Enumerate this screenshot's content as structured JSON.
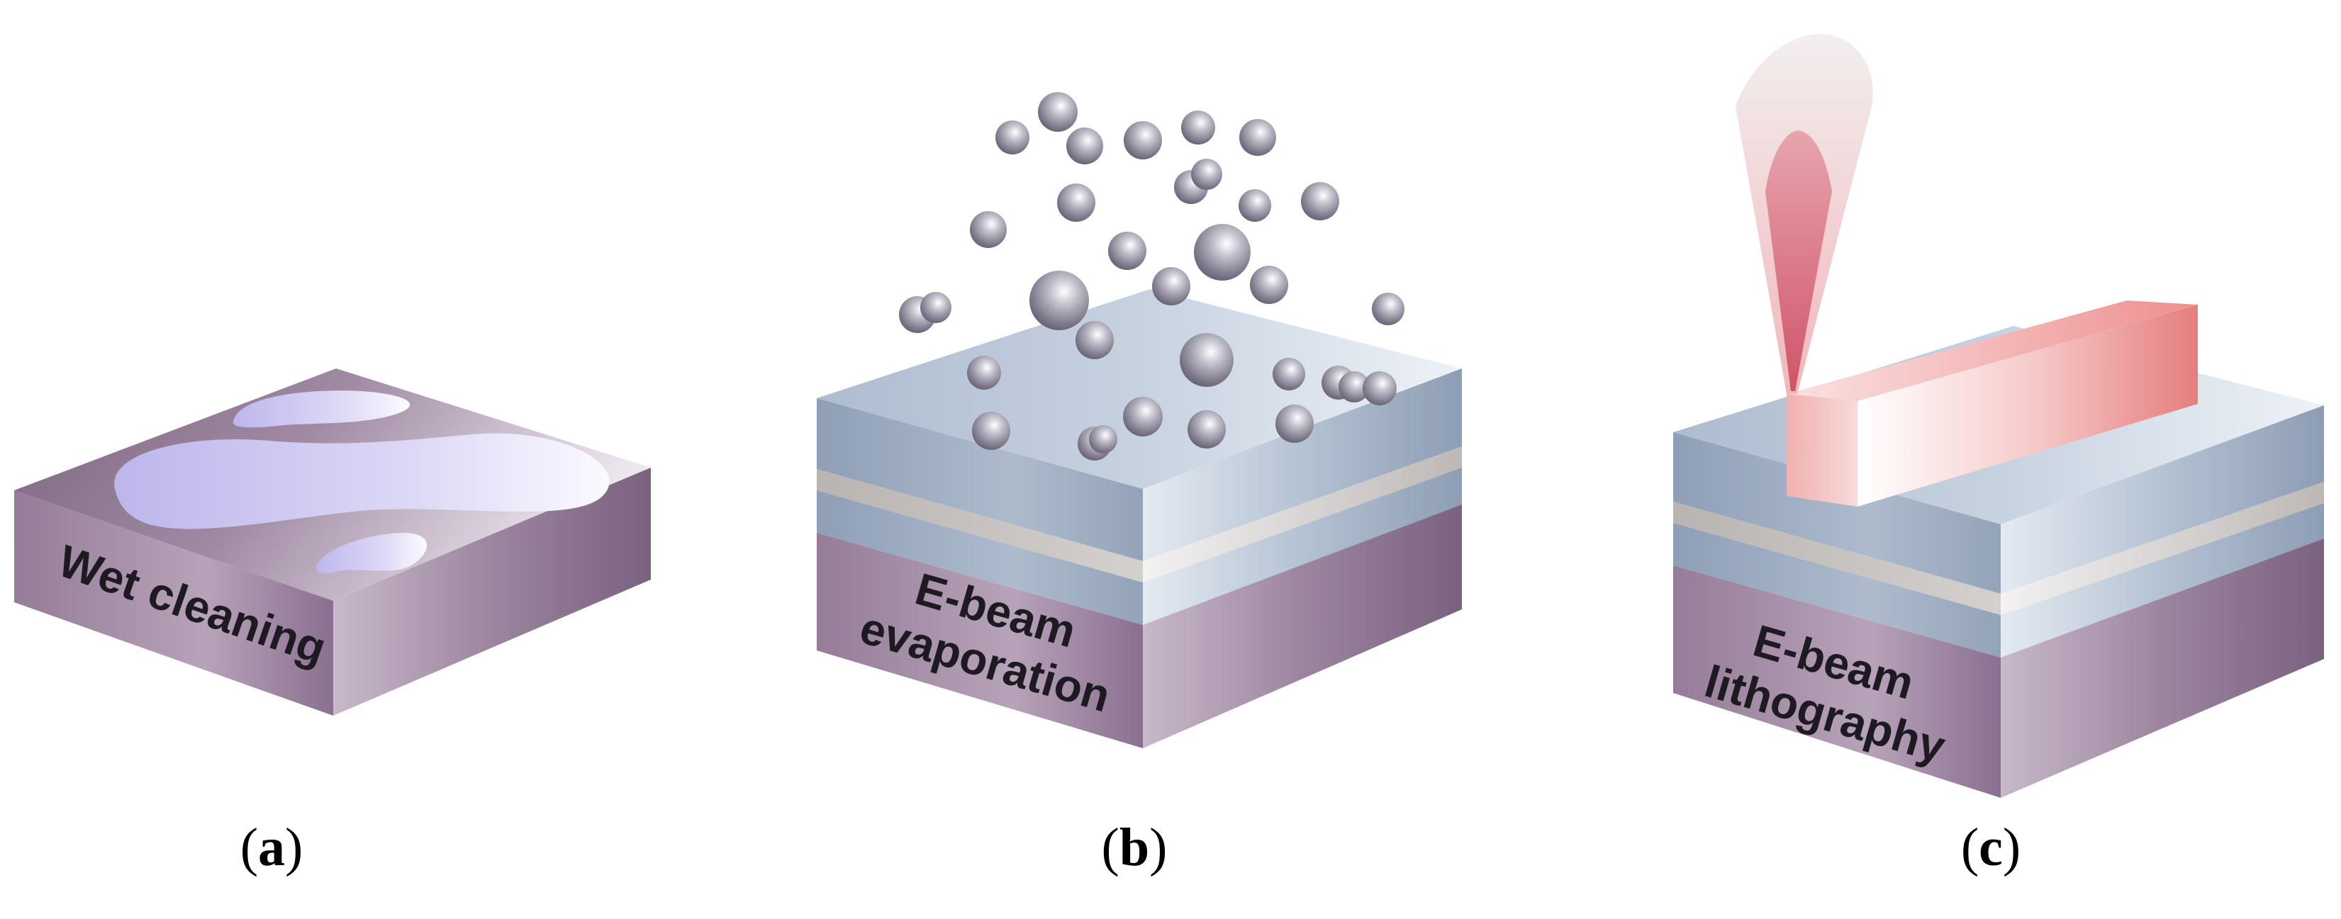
{
  "panels": [
    {
      "id": "a",
      "caption_open": "(",
      "caption_letter": "a",
      "caption_close": ")",
      "label_lines": [
        "Wet cleaning"
      ]
    },
    {
      "id": "b",
      "caption_open": "(",
      "caption_letter": "b",
      "caption_close": ")",
      "label_lines": [
        "E-beam",
        "evaporation"
      ]
    },
    {
      "id": "c",
      "caption_open": "(",
      "caption_letter": "c",
      "caption_close": ")",
      "label_lines": [
        "E-beam",
        "lithography"
      ]
    }
  ],
  "colors": {
    "substrate_top": "#8e7690",
    "substrate_side": "#a48fa5",
    "film_blue": "#a9b7c9",
    "film_stripe": "#c8c3c0",
    "droplet": "#c9c7ec",
    "resist": "#ef9e9e",
    "beam": "#d9697a",
    "particle": "#8d8a98"
  }
}
